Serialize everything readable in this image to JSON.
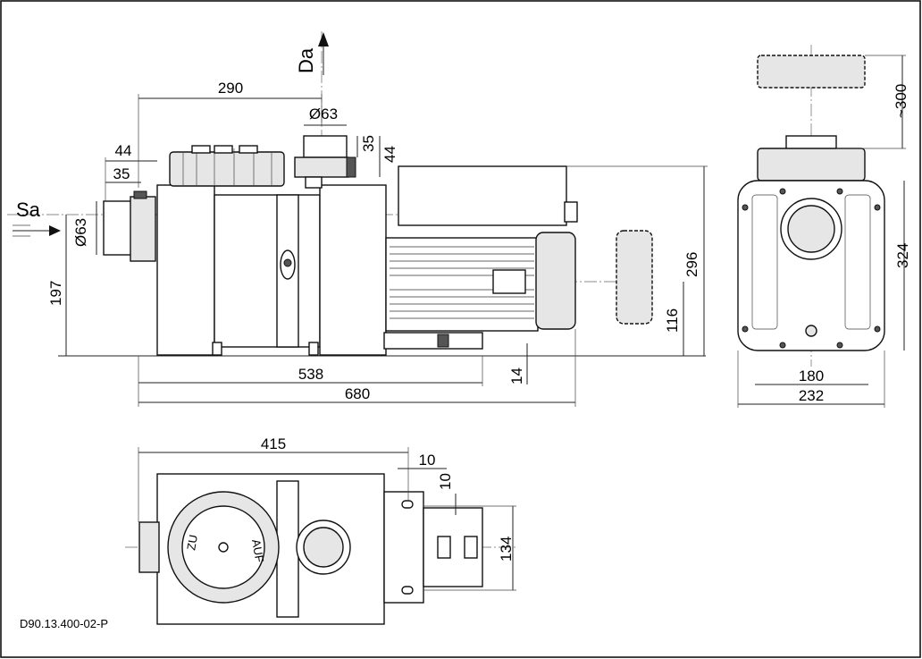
{
  "drawing_id": "D90.13.400-02-P",
  "labels": {
    "suction": "Sa",
    "discharge": "Da"
  },
  "dims": {
    "d290": "290",
    "d63_top": "Ø63",
    "d35_top": "35",
    "d44_top": "44",
    "d44_left": "44",
    "d35_left": "35",
    "d63_left": "Ø63",
    "d197": "197",
    "d538": "538",
    "d680": "680",
    "d14": "14",
    "d116": "116",
    "d296": "296",
    "d300": "~300",
    "d324": "324",
    "d180": "180",
    "d232": "232",
    "d415": "415",
    "d10a": "10",
    "d10b": "10",
    "d134": "134"
  },
  "lid_text": {
    "zu": "ZU",
    "auf": "AUF"
  }
}
